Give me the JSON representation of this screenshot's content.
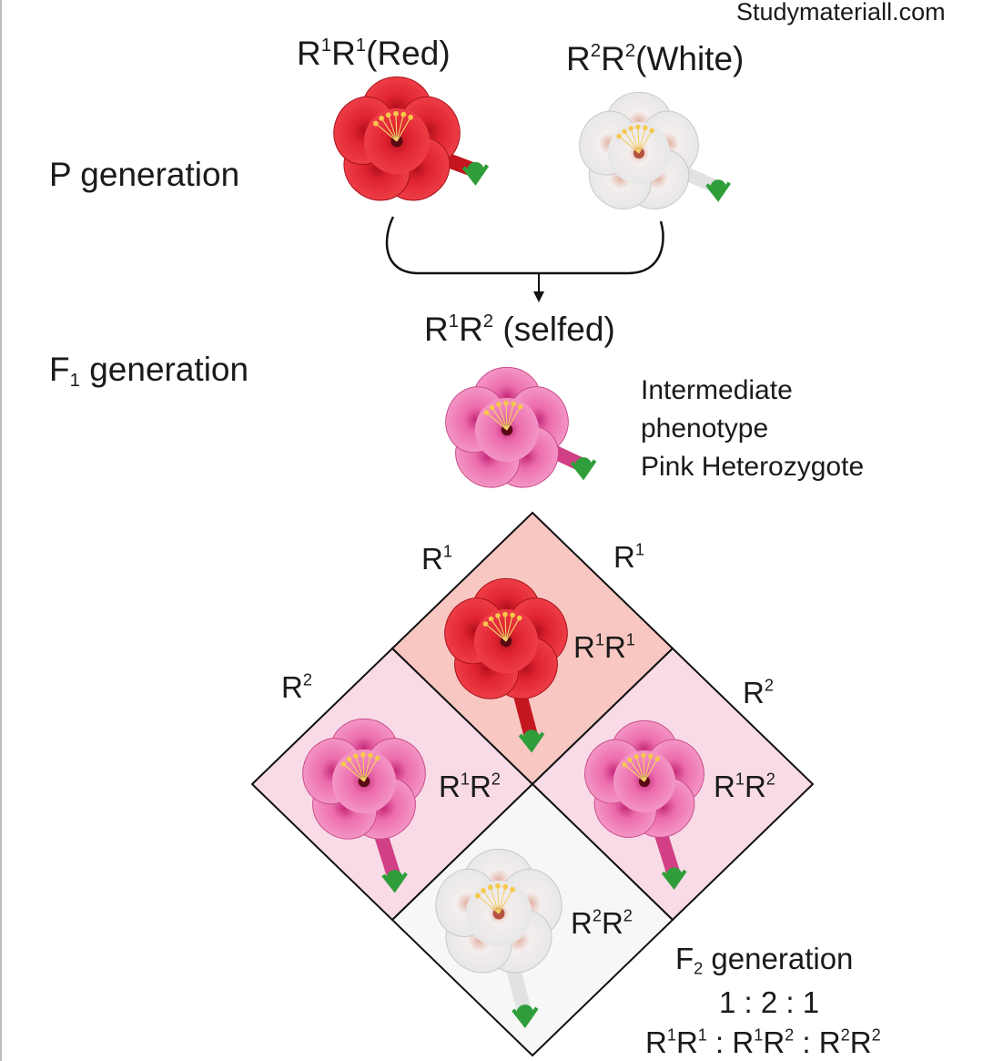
{
  "watermark": "Studymateriall.com",
  "p_generation": {
    "label": "P generation",
    "parent_red": {
      "g1": "R",
      "s1": "1",
      "g2": "R",
      "s2": "1",
      "tail": "(Red)"
    },
    "parent_white": {
      "g1": "R",
      "s1": "2",
      "g2": "R",
      "s2": "2",
      "tail": "(White)"
    }
  },
  "f1_generation": {
    "label_main": "F",
    "label_sub": "1",
    "label_tail": " generation",
    "cross": {
      "g1": "R",
      "s1": "1",
      "g2": "R",
      "s2": "2",
      "tail": " (selfed)"
    },
    "description": [
      "Intermediate",
      "phenotype",
      "Pink Heterozygote"
    ]
  },
  "punnett": {
    "top_left_allele": {
      "g": "R",
      "s": "1"
    },
    "top_right_allele": {
      "g": "R",
      "s": "1"
    },
    "left_allele": {
      "g": "R",
      "s": "2"
    },
    "right_allele": {
      "g": "R",
      "s": "2"
    },
    "cells": {
      "top": {
        "g1": "R",
        "s1": "1",
        "g2": "R",
        "s2": "1",
        "color": "#f8c7c2"
      },
      "left": {
        "g1": "R",
        "s1": "1",
        "g2": "R",
        "s2": "2",
        "color": "#f8dbe6"
      },
      "right": {
        "g1": "R",
        "s1": "1",
        "g2": "R",
        "s2": "2",
        "color": "#f8dbe6"
      },
      "bottom": {
        "g1": "R",
        "s1": "2",
        "g2": "R",
        "s2": "2",
        "color": "#f7f7f7"
      }
    }
  },
  "f2_generation": {
    "label_main": "F",
    "label_sub": "2",
    "label_tail": " generation",
    "ratio": "1 : 2 : 1",
    "genotypes": [
      {
        "g1": "R",
        "s1": "1",
        "g2": "R",
        "s2": "1"
      },
      {
        "g1": "R",
        "s1": "1",
        "g2": "R",
        "s2": "2"
      },
      {
        "g1": "R",
        "s1": "2",
        "g2": "R",
        "s2": "2"
      }
    ],
    "separator": " : "
  },
  "colors": {
    "red_flower": "#e8252f",
    "pink_flower": "#ee6fb0",
    "white_flower": "#f4f4f4",
    "stem_green": "#2f9e3a"
  },
  "icons": [
    "red-flower-icon",
    "white-flower-icon",
    "pink-flower-icon"
  ]
}
